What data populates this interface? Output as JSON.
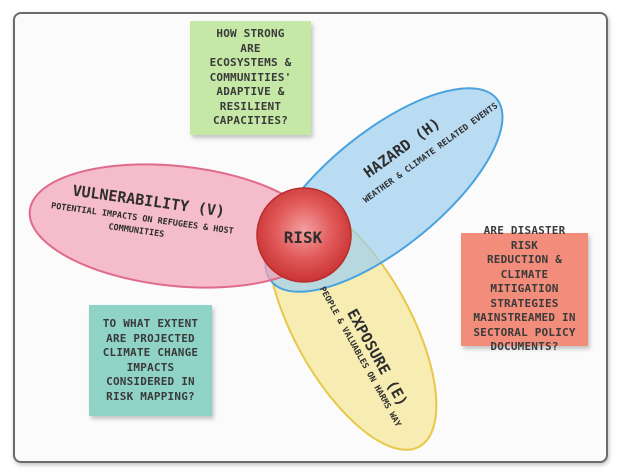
{
  "diagram": {
    "colors": {
      "vulnerability": "#f2a3b8",
      "hazard": "#9fd0f0",
      "exposure": "#f5e79a",
      "risk": "#e04545"
    },
    "vulnerability": {
      "title": "VULNERABILITY (V)",
      "line1": "POTENTIAL IMPACTS ON REFUGEES & HOST",
      "line2": "COMMUNITIES"
    },
    "hazard": {
      "title": "HAZARD (H)",
      "subtitle": "WEATHER & CLIMATE RELATED EVENTS"
    },
    "exposure": {
      "title": "EXPOSURE (E)",
      "subtitle": "PEOPLE & VALUABLES ON HARMS WAY"
    },
    "risk": {
      "label": "RISK"
    }
  },
  "notes": {
    "green": "HOW STRONG\nARE\nECOSYSTEMS &\nCOMMUNITIES'\nADAPTIVE &\nRESILIENT\nCAPACITIES?",
    "red": "ARE DISASTER RISK\nREDUCTION &\nCLIMATE MITIGATION\nSTRATEGIES\nMAINSTREAMED IN\nSECTORAL POLICY\nDOCUMENTS?",
    "teal": "TO WHAT EXTENT\nARE PROJECTED\nCLIMATE CHANGE\nIMPACTS\nCONSIDERED IN\nRISK MAPPING?"
  }
}
